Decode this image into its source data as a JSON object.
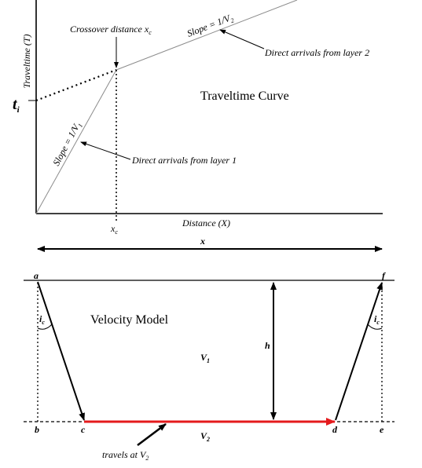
{
  "traveltime_curve": {
    "title": "Traveltime Curve",
    "y_axis_label": "Traveltime (T)",
    "x_axis_label": "Distance (X)",
    "intercept_label": {
      "main": "t",
      "sub": "i"
    },
    "crossover_tick": {
      "main": "x",
      "sub": "c"
    },
    "crossover_annotation": {
      "main": "Crossover distance x",
      "sub": "c"
    },
    "slope_layer1": {
      "main": "Slope = 1/V",
      "sub": "1"
    },
    "slope_layer2": {
      "main": "Slope = 1/V",
      "sub": "2"
    },
    "direct_arrivals_layer1": "Direct arrivals from layer 1",
    "direct_arrivals_layer2": "Direct arrivals from layer 2"
  },
  "offset_label": "x",
  "velocity_model": {
    "title": "Velocity Model",
    "points": {
      "a": "a",
      "b": "b",
      "c": "c",
      "d": "d",
      "e": "e",
      "f": "f"
    },
    "thickness_label": "h",
    "critical_angle_left": {
      "main": "i",
      "sub": "c"
    },
    "critical_angle_right": {
      "main": "i",
      "sub": "c"
    },
    "layer1_velocity": {
      "main": "V",
      "sub": "1"
    },
    "layer2_velocity": {
      "main": "V",
      "sub": "2"
    },
    "refraction_note": {
      "main": "travels at V",
      "sub": "2"
    }
  },
  "colors": {
    "line": "#000000",
    "curve": "#8c8c8c",
    "refracted_ray": "#e41a1c"
  }
}
